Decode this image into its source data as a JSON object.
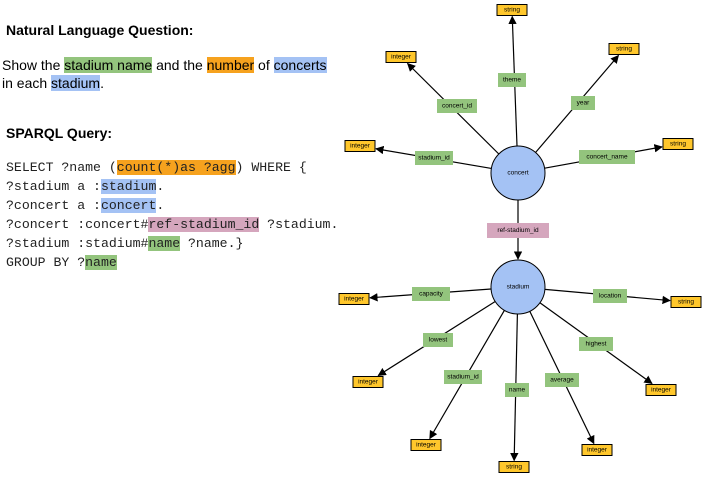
{
  "question": {
    "heading": "Natural Language Question:",
    "parts": [
      {
        "text": "Show the "
      },
      {
        "text": "stadium name",
        "hl": "green"
      },
      {
        "text": " and the "
      },
      {
        "text": "number",
        "hl": "orange"
      },
      {
        "text": " of "
      },
      {
        "text": "concerts",
        "hl": "blue"
      },
      {
        "text": " in each "
      },
      {
        "text": "stadium",
        "hl": "blue"
      },
      {
        "text": "."
      }
    ]
  },
  "sparql": {
    "heading": "SPARQL Query:",
    "lines": [
      [
        {
          "text": "SELECT ?name ("
        },
        {
          "text": "count(*)as ?agg",
          "hl": "orange"
        },
        {
          "text": ") WHERE {"
        }
      ],
      [
        {
          "text": "?stadium a :"
        },
        {
          "text": "stadium",
          "hl": "blue"
        },
        {
          "text": "."
        }
      ],
      [
        {
          "text": "?concert a :"
        },
        {
          "text": "concert",
          "hl": "blue"
        },
        {
          "text": "."
        }
      ],
      [
        {
          "text": "?concert :concert#"
        },
        {
          "text": "ref-stadium_id",
          "hl": "pink"
        },
        {
          "text": " ?stadium."
        }
      ],
      [
        {
          "text": "?stadium :stadium#"
        },
        {
          "text": "name",
          "hl": "green"
        },
        {
          "text": " ?name.}"
        }
      ],
      [
        {
          "text": "GROUP BY ?"
        },
        {
          "text": "name",
          "hl": "green"
        }
      ]
    ]
  },
  "colors": {
    "green": "#93c47d",
    "orange": "#f6a21e",
    "blue": "#a4c2f4",
    "pink": "#d5a6bd",
    "type_box": "#ffc72c"
  },
  "graph": {
    "nodes": {
      "concert": {
        "label": "concert"
      },
      "stadium": {
        "label": "stadium"
      }
    },
    "link": {
      "label": "ref-stadium_id"
    },
    "concert_properties": [
      {
        "name": "theme",
        "type": "string"
      },
      {
        "name": "year",
        "type": "string"
      },
      {
        "name": "concert_name",
        "type": "string"
      },
      {
        "name": "concert_id",
        "type": "integer"
      },
      {
        "name": "stadium_id",
        "type": "integer"
      }
    ],
    "stadium_properties": [
      {
        "name": "capacity",
        "type": "integer"
      },
      {
        "name": "location",
        "type": "string"
      },
      {
        "name": "lowest",
        "type": "integer"
      },
      {
        "name": "highest",
        "type": "integer"
      },
      {
        "name": "stadium_id",
        "type": "integer"
      },
      {
        "name": "name",
        "type": "string"
      },
      {
        "name": "average",
        "type": "integer"
      }
    ]
  }
}
